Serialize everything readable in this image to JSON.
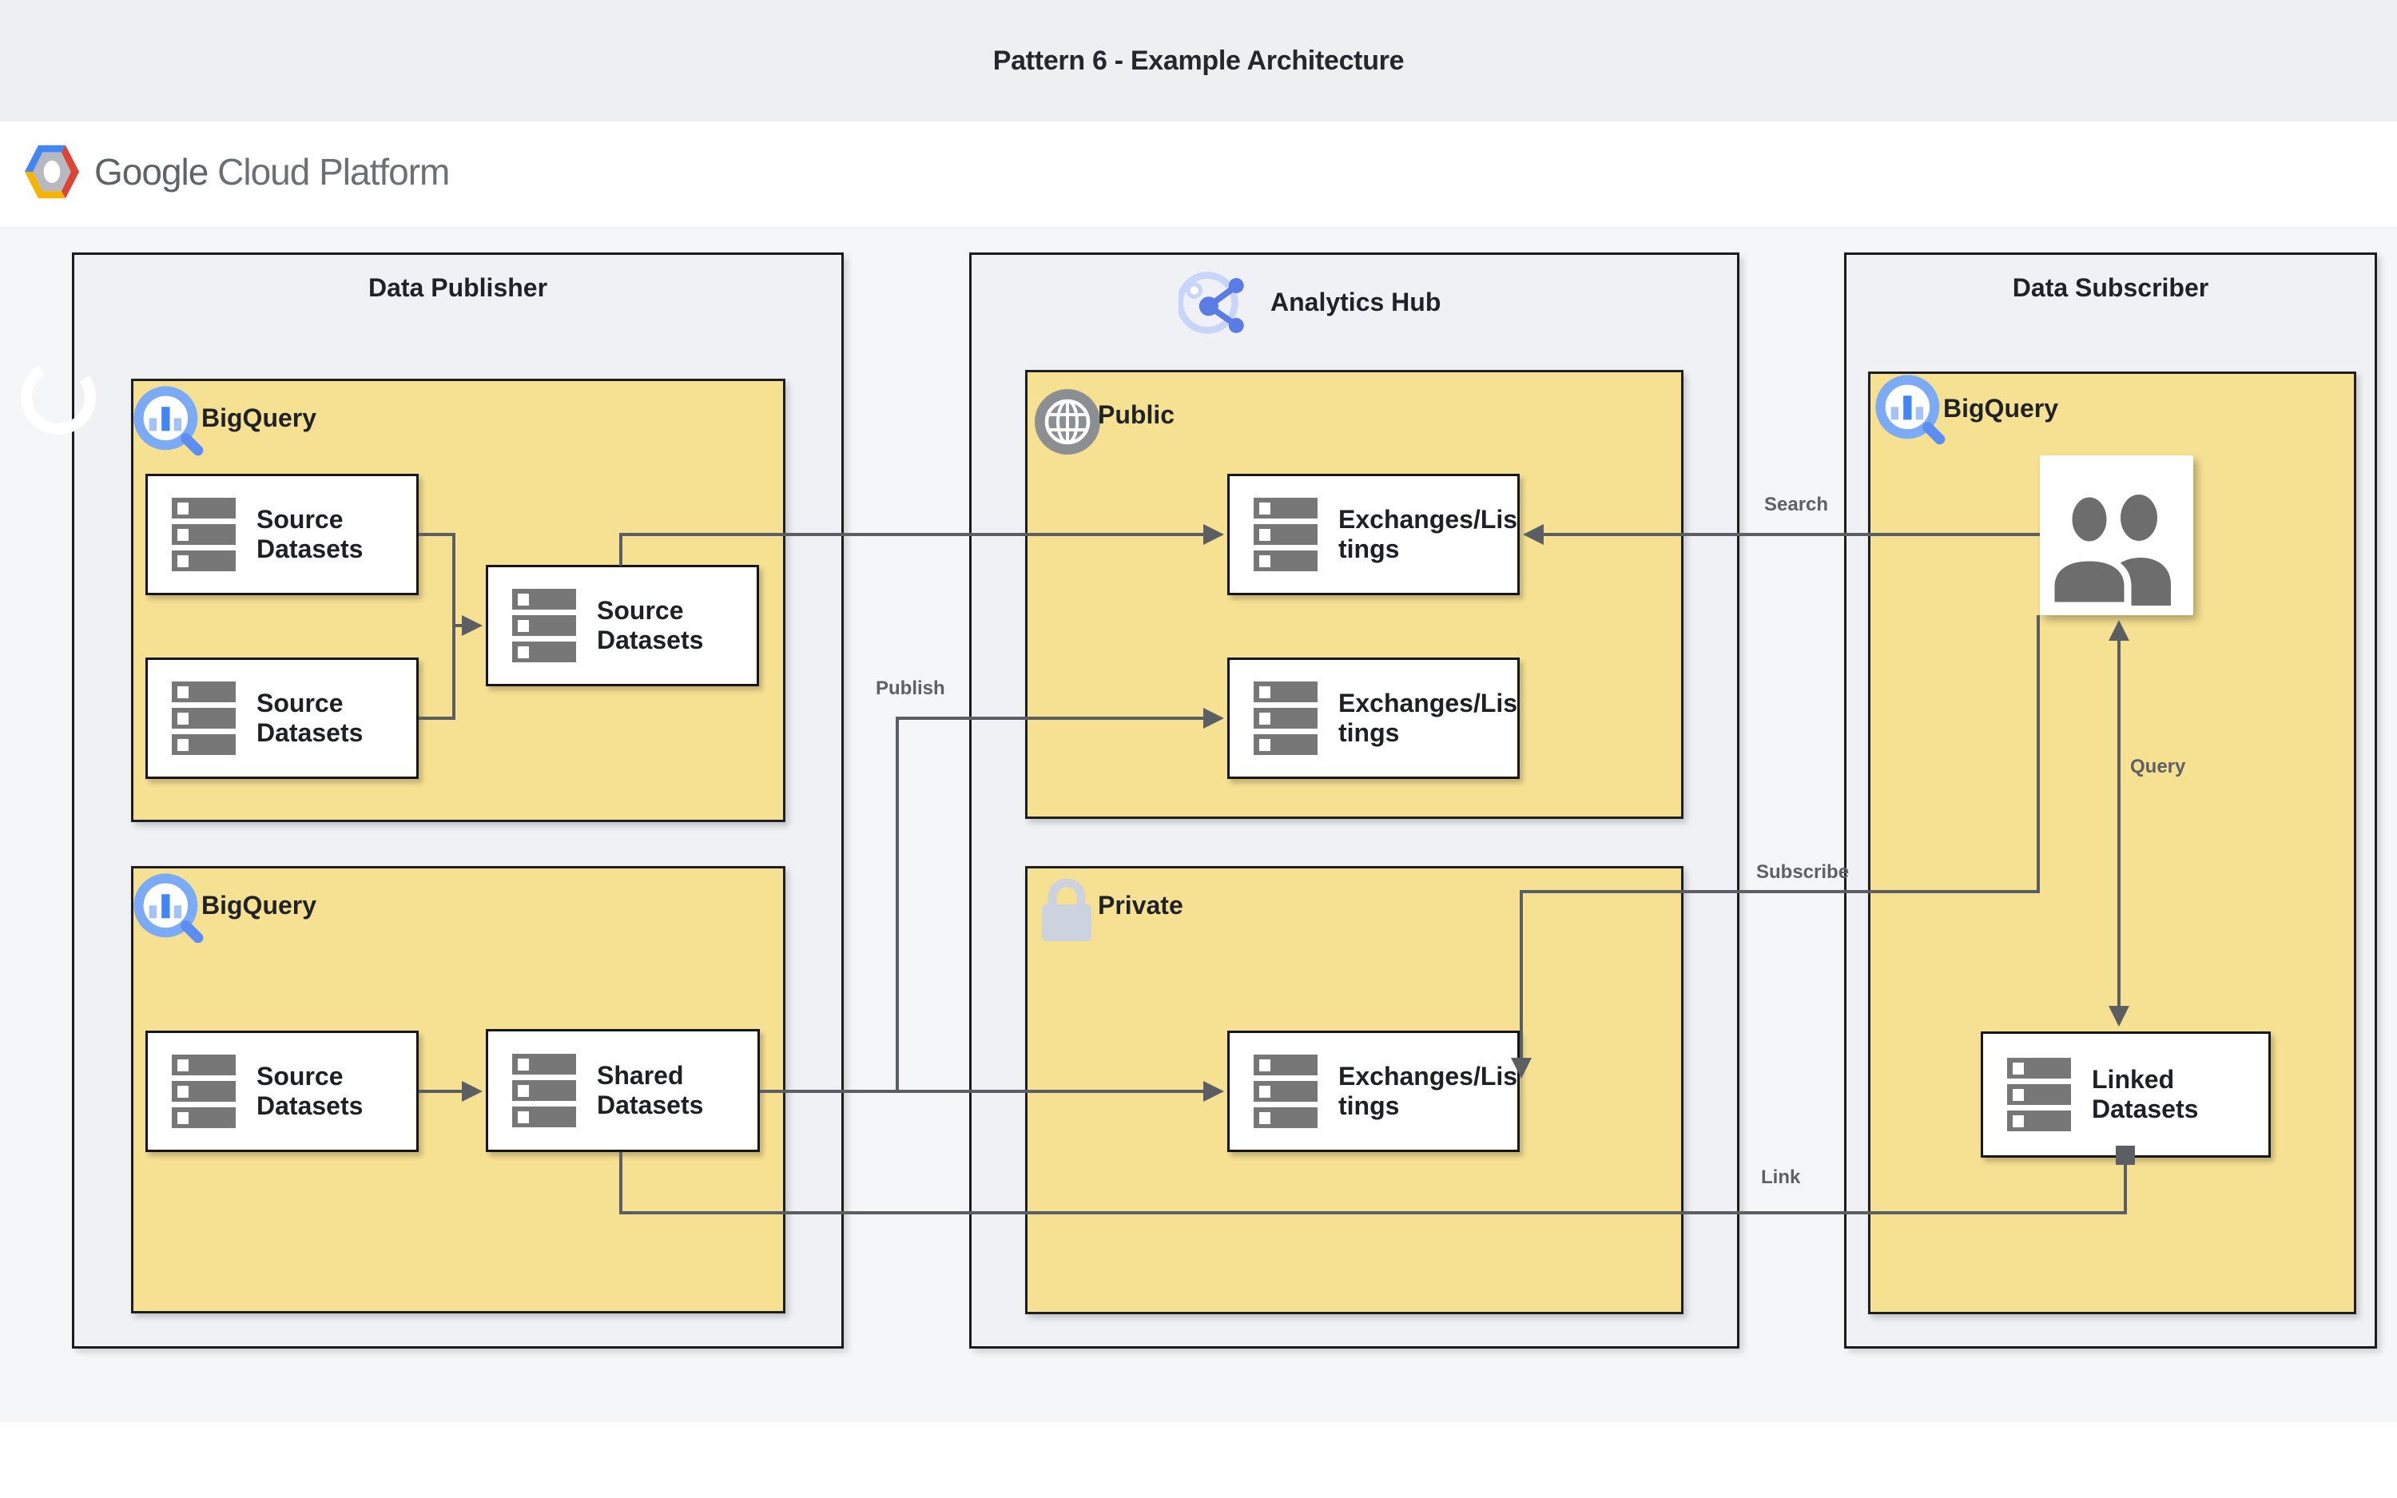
{
  "header": {
    "title": "Pattern 6 - Example Architecture"
  },
  "brand": {
    "google": "Google",
    "cloud": "Cloud Platform"
  },
  "containers": {
    "publisher": {
      "title": "Data Publisher"
    },
    "hub": {
      "title": "Analytics Hub"
    },
    "subscriber": {
      "title": "Data Subscriber"
    }
  },
  "groups": {
    "publisher_bigquery_top": {
      "label": "BigQuery"
    },
    "publisher_bigquery_bottom": {
      "label": "BigQuery"
    },
    "hub_public": {
      "label": "Public"
    },
    "hub_private": {
      "label": "Private"
    },
    "subscriber_bigquery": {
      "label": "BigQuery"
    }
  },
  "nodes": {
    "source_datasets_a": {
      "label": "Source\nDatasets"
    },
    "source_datasets_b": {
      "label": "Source\nDatasets"
    },
    "source_datasets_merged": {
      "label": "Source\nDatasets"
    },
    "source_datasets_lower": {
      "label": "Source\nDatasets"
    },
    "shared_datasets": {
      "label": "Shared\nDatasets"
    },
    "exchanges_public_a": {
      "label": "Exchanges/Lis\ntings"
    },
    "exchanges_public_b": {
      "label": "Exchanges/Lis\ntings"
    },
    "exchanges_private": {
      "label": "Exchanges/Lis\ntings"
    },
    "linked_datasets": {
      "label": "Linked\nDatasets"
    }
  },
  "edges": {
    "publish": "Publish",
    "search": "Search",
    "subscribe": "Subscribe",
    "query": "Query",
    "link": "Link"
  },
  "colors": {
    "group_yellow": "#f6e092",
    "connector_gray": "#5b5f63",
    "bigquery_blue": "#4285f4",
    "canvas_gray": "#f5f6f7"
  }
}
